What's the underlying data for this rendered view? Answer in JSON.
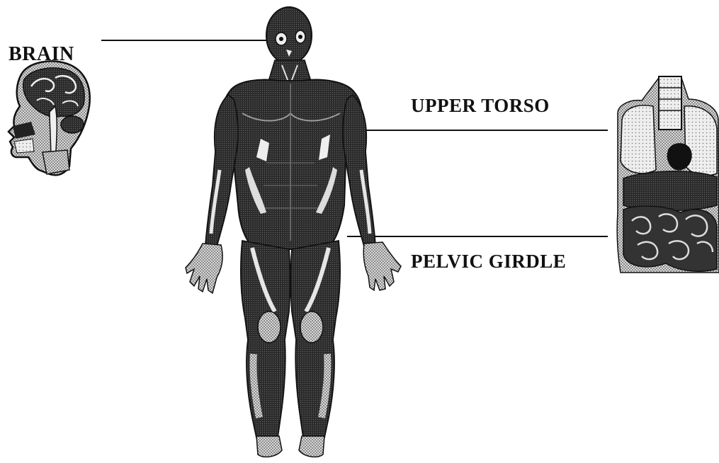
{
  "labels": {
    "brain": "BRAIN",
    "upper_torso": "UPPER TORSO",
    "pelvic_girdle": "PELVIC GIRDLE"
  },
  "colors": {
    "ink": "#111111",
    "body_dark": "#1a1a1a",
    "highlight": "#e6e6e6",
    "stipple": "#8a8a8a"
  },
  "figures": {
    "body": "human-body-muscle-figure",
    "head": "brain-head-section-illustration",
    "organs": "torso-organs-illustration"
  }
}
